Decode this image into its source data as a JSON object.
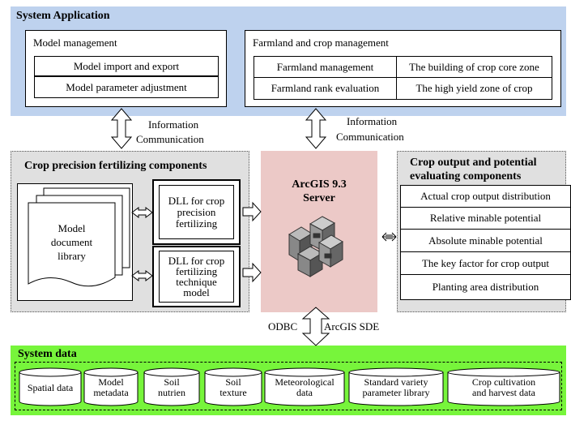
{
  "system_application": {
    "title": "System Application",
    "model_management": {
      "title": "Model management",
      "items": [
        "Model import and export",
        "Model parameter adjustment"
      ]
    },
    "farmland_crop": {
      "title": "Farmland and crop management",
      "cells": [
        "Farmland management",
        "The building of crop core zone",
        "Farmland rank evaluation",
        "The high yield zone of crop"
      ]
    }
  },
  "info_comm_left": [
    "Information",
    "Communication"
  ],
  "info_comm_right": [
    "Information",
    "Communication"
  ],
  "fertilizing": {
    "title": "Crop precision fertilizing components",
    "library": [
      "Model",
      "document",
      "library"
    ],
    "dll1": [
      "DLL for crop",
      "precision",
      "fertilizing"
    ],
    "dll2": [
      "DLL for crop",
      "fertilizing",
      "technique",
      "model"
    ]
  },
  "arcgis": {
    "title": [
      "ArcGIS 9.3",
      "Server"
    ]
  },
  "crop_output": {
    "title": [
      "Crop output and potential",
      "evaluating components"
    ],
    "items": [
      "Actual crop output distribution",
      "Relative minable potential",
      "Absolute minable potential",
      "The key factor for crop output",
      "Planting area distribution"
    ]
  },
  "connector": {
    "left": "ODBC",
    "right": "ArcGIS SDE"
  },
  "system_data": {
    "title": "System data",
    "items": [
      [
        "Spatial data"
      ],
      [
        "Model",
        "metadata"
      ],
      [
        "Soil",
        "nutrien"
      ],
      [
        "Soil",
        "texture"
      ],
      [
        "Meteorological",
        "data"
      ],
      [
        "Standard variety",
        "parameter library"
      ],
      [
        "Crop cultivation",
        "and harvest data"
      ]
    ]
  },
  "colors": {
    "system_application_bg": "#bed2ee",
    "component_bg": "#e0e0e0",
    "arcgis_bg": "#ecc9c7",
    "system_data_bg": "#77f53b"
  }
}
